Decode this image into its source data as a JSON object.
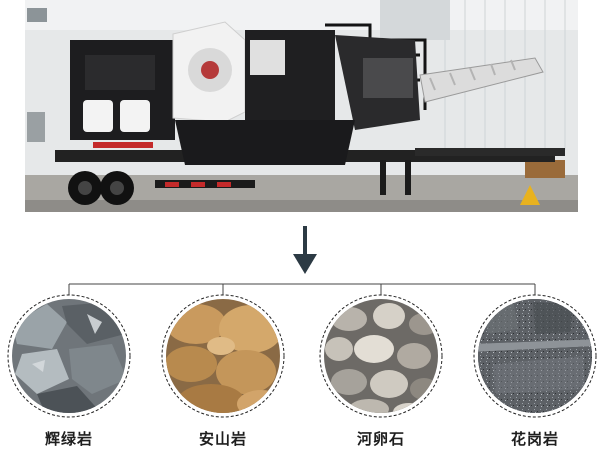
{
  "hero": {
    "subject-icon": "mobile-crusher-photo",
    "colors": {
      "machine": "#1d1d1f",
      "wall": "#e6e8e9",
      "ground": "#a9a7a2",
      "accent_red": "#c42a2a"
    }
  },
  "flow": {
    "arrow-icon": "arrow-down-icon",
    "arrow_color": "#2c3a44",
    "line_color": "#444444"
  },
  "stones": {
    "items": [
      {
        "label": "辉绿岩",
        "icon": "diabase-stone-icon",
        "base": "#6f757a"
      },
      {
        "label": "安山岩",
        "icon": "andesite-stone-icon",
        "base": "#b88a4e"
      },
      {
        "label": "河卵石",
        "icon": "river-pebble-icon",
        "base": "#a6a29b"
      },
      {
        "label": "花岗岩",
        "icon": "granite-stone-icon",
        "base": "#5d6166"
      }
    ]
  }
}
